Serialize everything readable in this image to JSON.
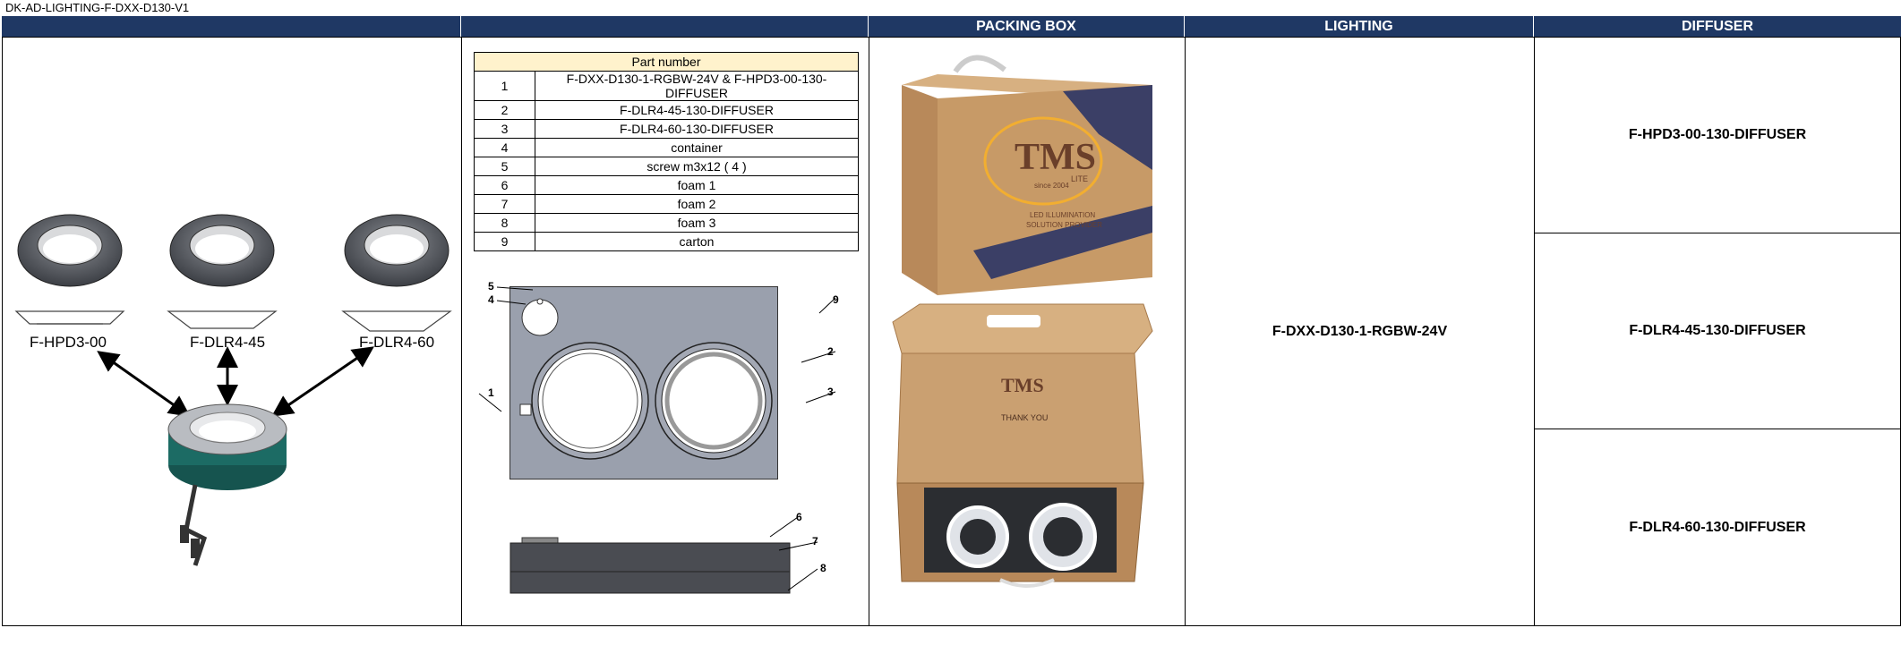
{
  "sheet": {
    "title": "DK-AD-LIGHTING-F-DXX-D130-V1"
  },
  "headers": {
    "packing_box": "PACKING BOX",
    "lighting": "LIGHTING",
    "diffuser": "DIFFUSER"
  },
  "diagram": {
    "labels": [
      "F-HPD3-00",
      "F-DLR4-45",
      "F-DLR4-60"
    ]
  },
  "parts_table": {
    "header": "Part number",
    "rows": [
      {
        "no": "1",
        "name": "F-DXX-D130-1-RGBW-24V & F-HPD3-00-130-DIFFUSER"
      },
      {
        "no": "2",
        "name": "F-DLR4-45-130-DIFFUSER"
      },
      {
        "no": "3",
        "name": "F-DLR4-60-130-DIFFUSER"
      },
      {
        "no": "4",
        "name": "container"
      },
      {
        "no": "5",
        "name": "screw m3x12 ( 4 )"
      },
      {
        "no": "6",
        "name": "foam 1"
      },
      {
        "no": "7",
        "name": "foam 2"
      },
      {
        "no": "8",
        "name": "foam 3"
      },
      {
        "no": "9",
        "name": "carton"
      }
    ]
  },
  "callouts": [
    "1",
    "2",
    "3",
    "4",
    "5",
    "6",
    "7",
    "8",
    "9"
  ],
  "box": {
    "brand": "TMS",
    "sub": "LITE",
    "since": "since 2004",
    "tagline1": "LED ILLUMINATION",
    "tagline2": "SOLUTION PROVIDER",
    "thanks": "THANK YOU"
  },
  "lighting": {
    "model": "F-DXX-D130-1-RGBW-24V"
  },
  "diffusers": [
    "F-HPD3-00-130-DIFFUSER",
    "F-DLR4-45-130-DIFFUSER",
    "F-DLR4-60-130-DIFFUSER"
  ],
  "colors": {
    "header_bg": "#1f3864",
    "table_head_bg": "#fff2cc",
    "carton": "#c79a67",
    "foam": "#9aa0ad"
  }
}
